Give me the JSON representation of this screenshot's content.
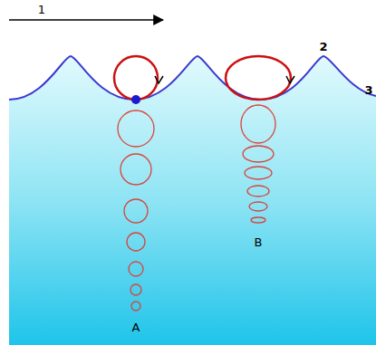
{
  "diagram": {
    "labels": [
      "1",
      "2",
      "3",
      "A",
      "B"
    ]
  }
}
